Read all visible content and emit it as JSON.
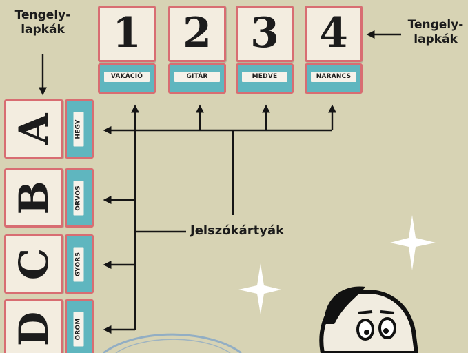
{
  "callouts": {
    "top_left": "Tengely-\nlapkák",
    "top_right": "Tengely-\nlapkák",
    "center": "Jelszókártyák"
  },
  "column_tiles": [
    {
      "symbol": "1",
      "word": "VAKÁCIÓ"
    },
    {
      "symbol": "2",
      "word": "GITÁR"
    },
    {
      "symbol": "3",
      "word": "MEDVE"
    },
    {
      "symbol": "4",
      "word": "NARANCS"
    }
  ],
  "row_tiles": [
    {
      "symbol": "A",
      "word": "HEGY"
    },
    {
      "symbol": "B",
      "word": "ORVOS"
    },
    {
      "symbol": "C",
      "word": "GYORS"
    },
    {
      "symbol": "D",
      "word": "ÖRÖM"
    }
  ],
  "colors": {
    "background": "#d7d3b4",
    "tile_border": "#d86d72",
    "tile_fill": "#f3ede0",
    "label_teal": "#5fb6bf",
    "ink": "#1b1b1b"
  }
}
